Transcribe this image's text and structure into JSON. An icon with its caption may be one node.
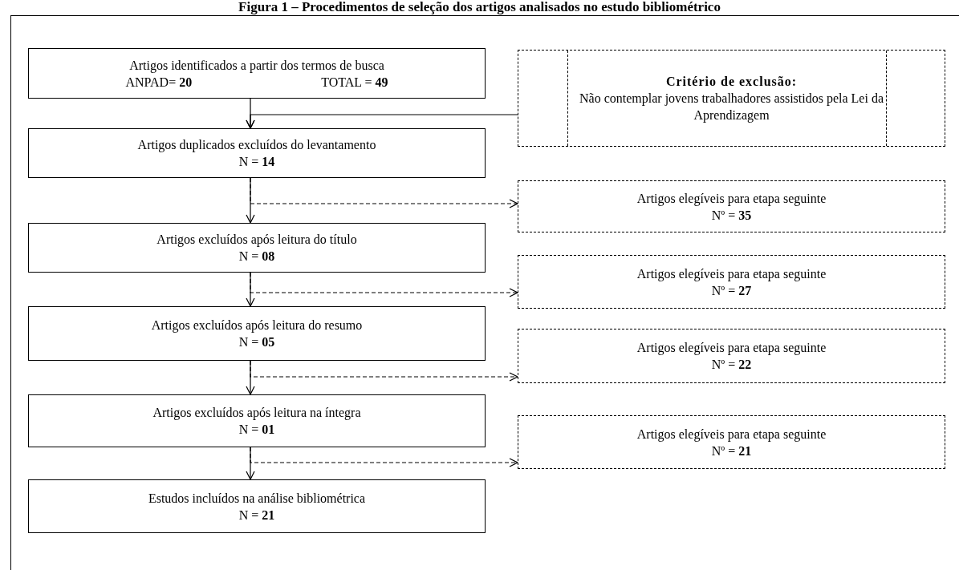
{
  "diagram": {
    "title": "Figura 1 – Procedimentos de seleção dos artigos analisados no estudo bibliométrico",
    "nodes": [
      {
        "text": [
          "Artigos identificados a partir dos termos de busca",
          "ANPAD= **20**",
          "TOTAL = **49**"
        ]
      },
      {
        "text": [
          "Critério de exclusão:",
          "Não contemplar jovens trabalhadores assistidos pela Lei da Aprendizagem"
        ]
      },
      {
        "text": [
          "Artigos duplicados excluídos do levantamento",
          "N = **14**"
        ]
      },
      {
        "text": [
          "Artigos elegíveis para etapa seguinte",
          "Nº = **35**"
        ]
      },
      {
        "text": [
          "Artigos excluídos após leitura do título",
          "N = **08**"
        ]
      },
      {
        "text": [
          "Artigos elegíveis para etapa seguinte",
          "Nº = **27**"
        ]
      },
      {
        "text": [
          "Artigos excluídos após leitura do resumo",
          "N = **05**"
        ]
      },
      {
        "text": [
          "Artigos elegíveis para etapa seguinte",
          "Nº = **22**"
        ]
      },
      {
        "text": [
          "Artigos excluídos após leitura na íntegra",
          "N = **01**"
        ]
      },
      {
        "text": [
          "Artigos elegíveis para etapa seguinte",
          "Nº = **21**"
        ]
      },
      {
        "text": [
          "Estudos incluídos na análise bibliométrica",
          "N = **21**"
        ]
      }
    ],
    "edges": [
      {
        "from": 0,
        "to": 2,
        "arrow": "to"
      },
      {
        "from": 1,
        "to": 2,
        "arrow": "to"
      },
      {
        "from": 2,
        "to": 4,
        "arrow": "to"
      },
      {
        "from": 2,
        "to": 3,
        "arrow": "to",
        "style": "dashed"
      },
      {
        "from": 4,
        "to": 6,
        "arrow": "to"
      },
      {
        "from": 4,
        "to": 5,
        "arrow": "to",
        "style": "dashed"
      },
      {
        "from": 6,
        "to": 8,
        "arrow": "to"
      },
      {
        "from": 6,
        "to": 7,
        "arrow": "to",
        "style": "dashed"
      },
      {
        "from": 8,
        "to": 10,
        "arrow": "to"
      },
      {
        "from": 8,
        "to": 9,
        "arrow": "to",
        "style": "dashed"
      }
    ]
  }
}
